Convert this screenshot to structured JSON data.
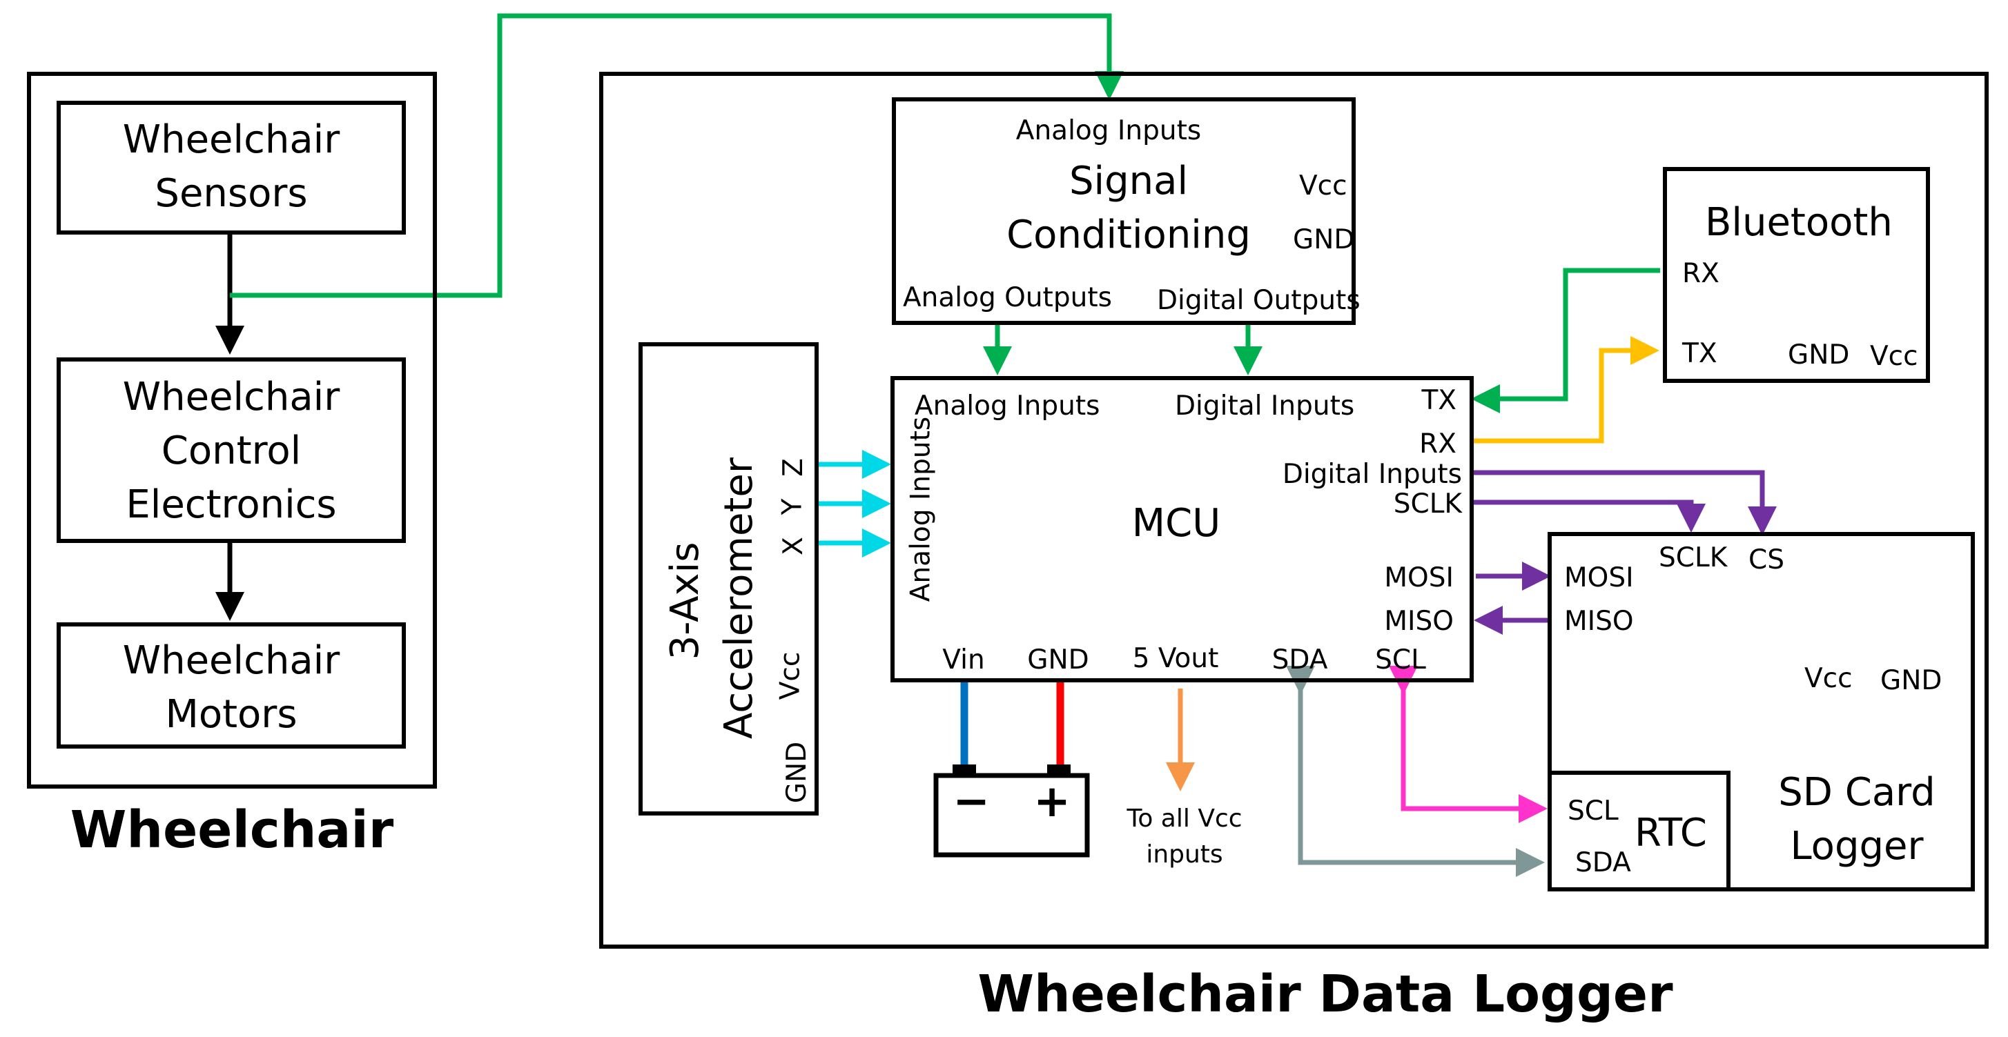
{
  "colors": {
    "green": "#00b050",
    "cyan": "#00d8e8",
    "yellow": "#ffc000",
    "purple": "#7030a0",
    "blue": "#0070c0",
    "red": "#ff0000",
    "orange": "#f79646",
    "gray": "#7f9897",
    "magenta": "#ff33cc",
    "black": "#000000"
  },
  "wheelchair": {
    "title": "Wheelchair",
    "sensors": "Wheelchair Sensors",
    "control": "Wheelchair Control Electronics",
    "motors": "Wheelchair Motors"
  },
  "logger": {
    "title": "Wheelchair Data Logger"
  },
  "signal_conditioning": {
    "title": "Signal Conditioning",
    "analog_inputs": "Analog Inputs",
    "vcc": "Vcc",
    "gnd": "GND",
    "analog_outputs": "Analog Outputs",
    "digital_outputs": "Digital Outputs"
  },
  "bluetooth": {
    "title": "Bluetooth",
    "rx": "RX",
    "tx": "TX",
    "gnd": "GND",
    "vcc": "Vcc"
  },
  "accelerometer": {
    "title": "3-Axis Accelerometer",
    "x": "X",
    "y": "Y",
    "z": "Z",
    "vcc": "Vcc",
    "gnd": "GND"
  },
  "mcu": {
    "title": "MCU",
    "analog_inputs_top": "Analog Inputs",
    "digital_inputs_top": "Digital Inputs",
    "analog_inputs_side": "Analog Inputs",
    "tx": "TX",
    "rx": "RX",
    "digital_inputs_right": "Digital Inputs",
    "sclk": "SCLK",
    "mosi": "MOSI",
    "miso": "MISO",
    "vin": "Vin",
    "gnd": "GND",
    "vout": "5 Vout",
    "sda": "SDA",
    "scl": "SCL"
  },
  "sd_card": {
    "title": "SD Card Logger",
    "sclk": "SCLK",
    "cs": "CS",
    "mosi": "MOSI",
    "miso": "MISO",
    "vcc": "Vcc",
    "gnd": "GND"
  },
  "rtc": {
    "title": "RTC",
    "scl": "SCL",
    "sda": "SDA"
  },
  "battery": {
    "minus": "−",
    "plus": "+"
  },
  "vcc_note": "To all Vcc inputs"
}
